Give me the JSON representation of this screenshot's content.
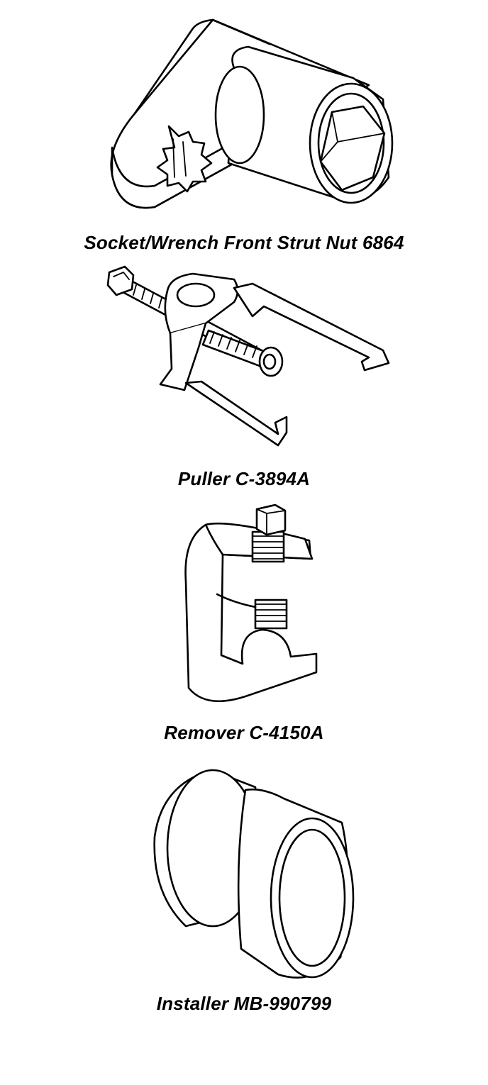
{
  "tools": [
    {
      "caption": "Socket/Wrench Front Strut Nut 6864",
      "icon": "socket-wrench-icon"
    },
    {
      "caption": "Puller C-3894A",
      "icon": "puller-icon"
    },
    {
      "caption": "Remover C-4150A",
      "icon": "remover-icon"
    },
    {
      "caption": "Installer MB-990799",
      "icon": "installer-icon"
    }
  ]
}
